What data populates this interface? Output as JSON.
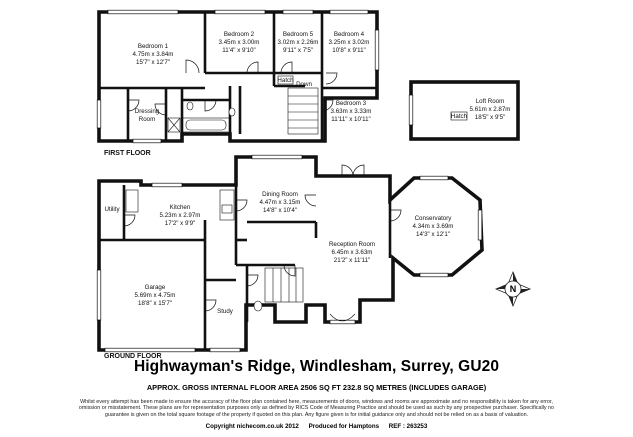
{
  "floors": {
    "first": "FIRST FLOOR",
    "ground": "GROUND FLOOR"
  },
  "first_floor_rooms": {
    "bedroom1": {
      "name": "Bedroom 1",
      "metric": "4.75m x 3.84m",
      "imperial": "15'7\" x 12'7\""
    },
    "bedroom2": {
      "name": "Bedroom 2",
      "metric": "3.45m x 3.00m",
      "imperial": "11'4\" x 9'10\""
    },
    "bedroom5": {
      "name": "Bedroom 5",
      "metric": "3.02m x 2.26m",
      "imperial": "9'11\" x 7'5\""
    },
    "bedroom4": {
      "name": "Bedroom 4",
      "metric": "3.25m x 3.02m",
      "imperial": "10'8\" x 9'11\""
    },
    "bedroom3": {
      "name": "Bedroom 3",
      "metric": "3.63m x 3.33m",
      "imperial": "11'11\" x 10'11\""
    },
    "dressing": {
      "line1": "Dressing",
      "line2": "Room"
    },
    "hatch": "Hatch",
    "down": "Down"
  },
  "loft": {
    "name": "Loft Room",
    "metric": "5.61m x 2.87m",
    "imperial": "18'5\" x 9'5\"",
    "hatch": "Hatch"
  },
  "ground_floor_rooms": {
    "utility": "Utility",
    "kitchen": {
      "name": "Kitchen",
      "metric": "5.23m x 2.97m",
      "imperial": "17'2\" x 9'9\""
    },
    "dining": {
      "name": "Dining Room",
      "metric": "4.47m x 3.15m",
      "imperial": "14'8\" x 10'4\""
    },
    "conservatory": {
      "name": "Conservatory",
      "metric": "4.34m x 3.69m",
      "imperial": "14'3\" x 12'1\""
    },
    "reception": {
      "name": "Reception Room",
      "metric": "6.45m x 3.63m",
      "imperial": "21'2\" x 11'11\""
    },
    "garage": {
      "name": "Garage",
      "metric": "5.69m x 4.75m",
      "imperial": "18'8\" x 15'7\""
    },
    "study": "Study"
  },
  "compass": {
    "letter": "N"
  },
  "title": "Highwayman's Ridge, Windlesham, Surrey, GU20",
  "area_line": "APPROX. GROSS INTERNAL FLOOR AREA 2506 SQ FT 232.8 SQ METRES (INCLUDES GARAGE)",
  "disclaimer": "Whilst every attempt has been made to ensure the accuracy of the floor plan contained here, measurements of doors, windows and rooms are approximate and no responsibility is taken for any error, omission or misstatement. These plans are for representation purposes only as defined by RICS Code of Measuring Practice and should be used as such by any prospective purchaser. Specifically no guarantee is given on the total square footage of the property if quoted on this plan. Any figure given is for initial guidance only and should not be relied on as a basis of valuation.",
  "footer": {
    "copyright": "Copyright nichecom.co.uk 2012",
    "produced": "Produced for Hamptons",
    "ref": "REF : 263253"
  }
}
